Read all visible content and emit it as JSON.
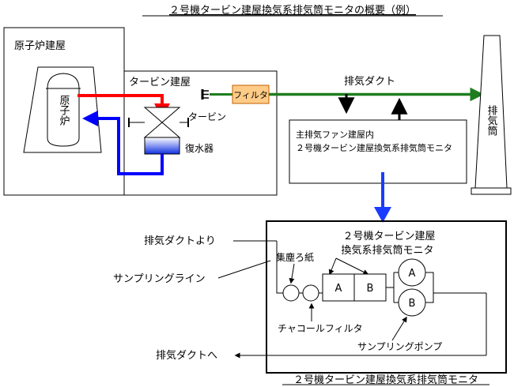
{
  "title": "２号機タービン建屋換気系排気筒モニタの概要（例）",
  "reactor_building_label": "原子炉建屋",
  "reactor_label": "原子炉",
  "turbine_building_label": "タービン建屋",
  "turbine_label": "タービン",
  "condenser_label": "復水器",
  "filter_label": "フィルタ",
  "exhaust_duct_label": "排気ダクト",
  "stack_label": "排気筒",
  "fan_building_box": {
    "line1": "主排気ファン建屋内",
    "line2": "２号機タービン建屋換気系排気筒モニタ"
  },
  "monitor": {
    "title_line1": "２号機タービン建屋",
    "title_line2": "換気系排気筒モニタ",
    "dust_filter_label": "集塵ろ紙",
    "charcoal_filter_label": "チャコールフィルタ",
    "detector_a": "A",
    "detector_b": "B",
    "pump_a": "A",
    "pump_b": "B",
    "pump_label": "サンプリングポンプ",
    "caption": "２号機タービン建屋換気系排気筒モニタ"
  },
  "from_duct_label": "排気ダクトより",
  "sampling_line_label": "サンプリングライン",
  "to_duct_label": "排気ダクトへ",
  "colors": {
    "hot_line": "#ff0000",
    "cold_line": "#0000ff",
    "exhaust_line": "#1e7d1e",
    "filter_fill": "#ffcc88",
    "filter_border": "#c06000",
    "link_arrow": "#1a3cff"
  }
}
